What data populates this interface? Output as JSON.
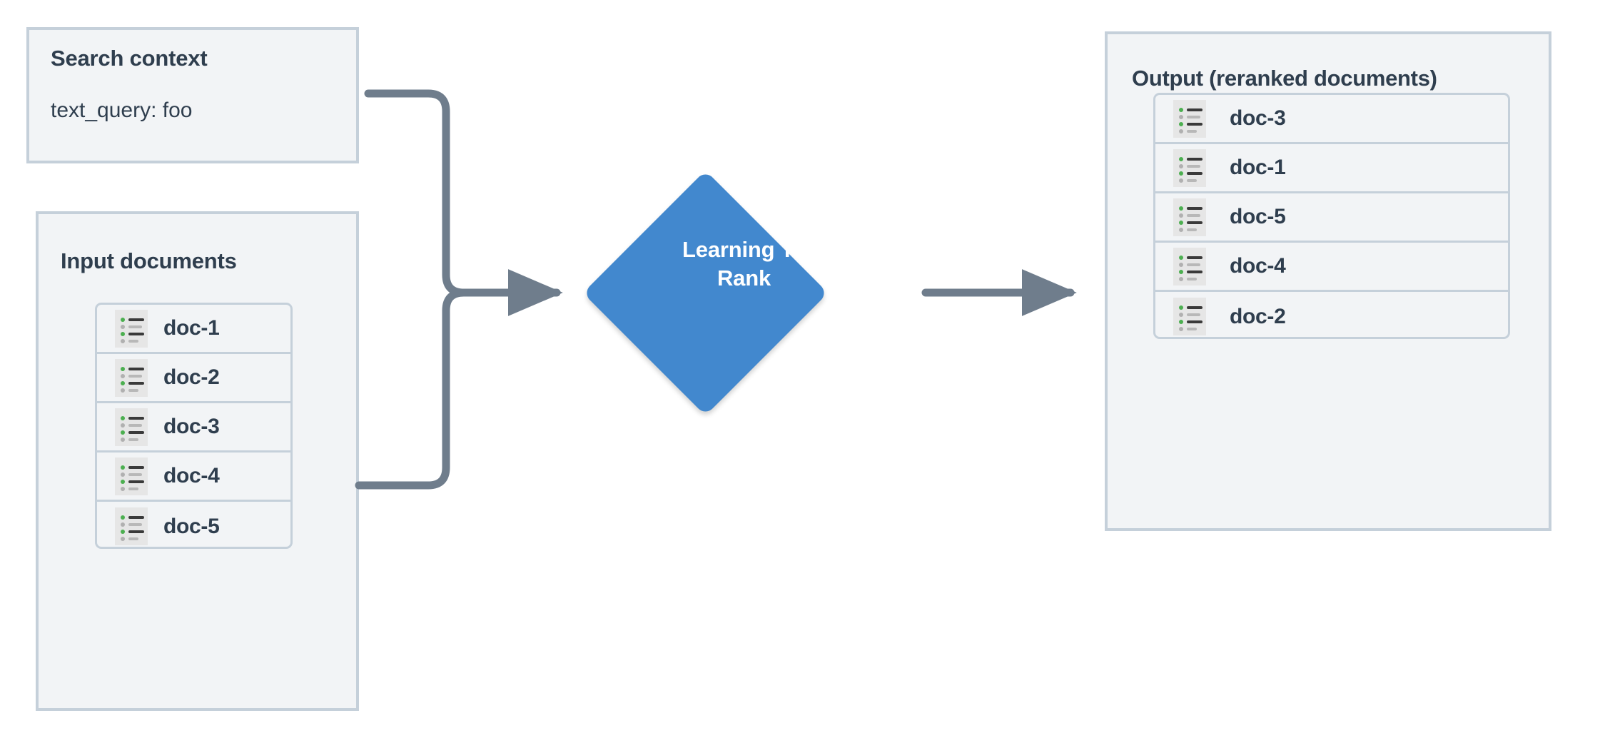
{
  "search_context": {
    "title": "Search context",
    "query": "text_query: foo"
  },
  "input_documents": {
    "title": "Input documents",
    "docs": [
      {
        "label": "doc-1",
        "icon": "document-list-icon"
      },
      {
        "label": "doc-2",
        "icon": "document-list-icon"
      },
      {
        "label": "doc-3",
        "icon": "document-list-icon"
      },
      {
        "label": "doc-4",
        "icon": "document-list-icon"
      },
      {
        "label": "doc-5",
        "icon": "document-list-icon"
      }
    ]
  },
  "process": {
    "label": "Learning To Rank",
    "label_line_1": "Learning To",
    "label_line_2": "Rank",
    "shape": "diamond",
    "color": "#4288ce"
  },
  "output": {
    "title": "Output (reranked documents)",
    "docs": [
      {
        "label": "doc-3",
        "icon": "document-list-icon"
      },
      {
        "label": "doc-1",
        "icon": "document-list-icon"
      },
      {
        "label": "doc-5",
        "icon": "document-list-icon"
      },
      {
        "label": "doc-4",
        "icon": "document-list-icon"
      },
      {
        "label": "doc-2",
        "icon": "document-list-icon"
      }
    ]
  },
  "connectors": [
    {
      "name": "search-context-to-ltr",
      "from": "search-context",
      "to": "learning-to-rank"
    },
    {
      "name": "input-documents-to-ltr",
      "from": "input-documents",
      "to": "learning-to-rank"
    },
    {
      "name": "ltr-to-output",
      "from": "learning-to-rank",
      "to": "output"
    }
  ],
  "colors": {
    "panel_background": "#f2f4f6",
    "panel_border": "#c5d0da",
    "text": "#2f3e4e",
    "accent": "#4288ce",
    "connector": "#6f7d8c",
    "icon_bullet_green": "#4caf50",
    "icon_bullet_gray": "#b0b0b0",
    "canvas": "#ffffff"
  }
}
